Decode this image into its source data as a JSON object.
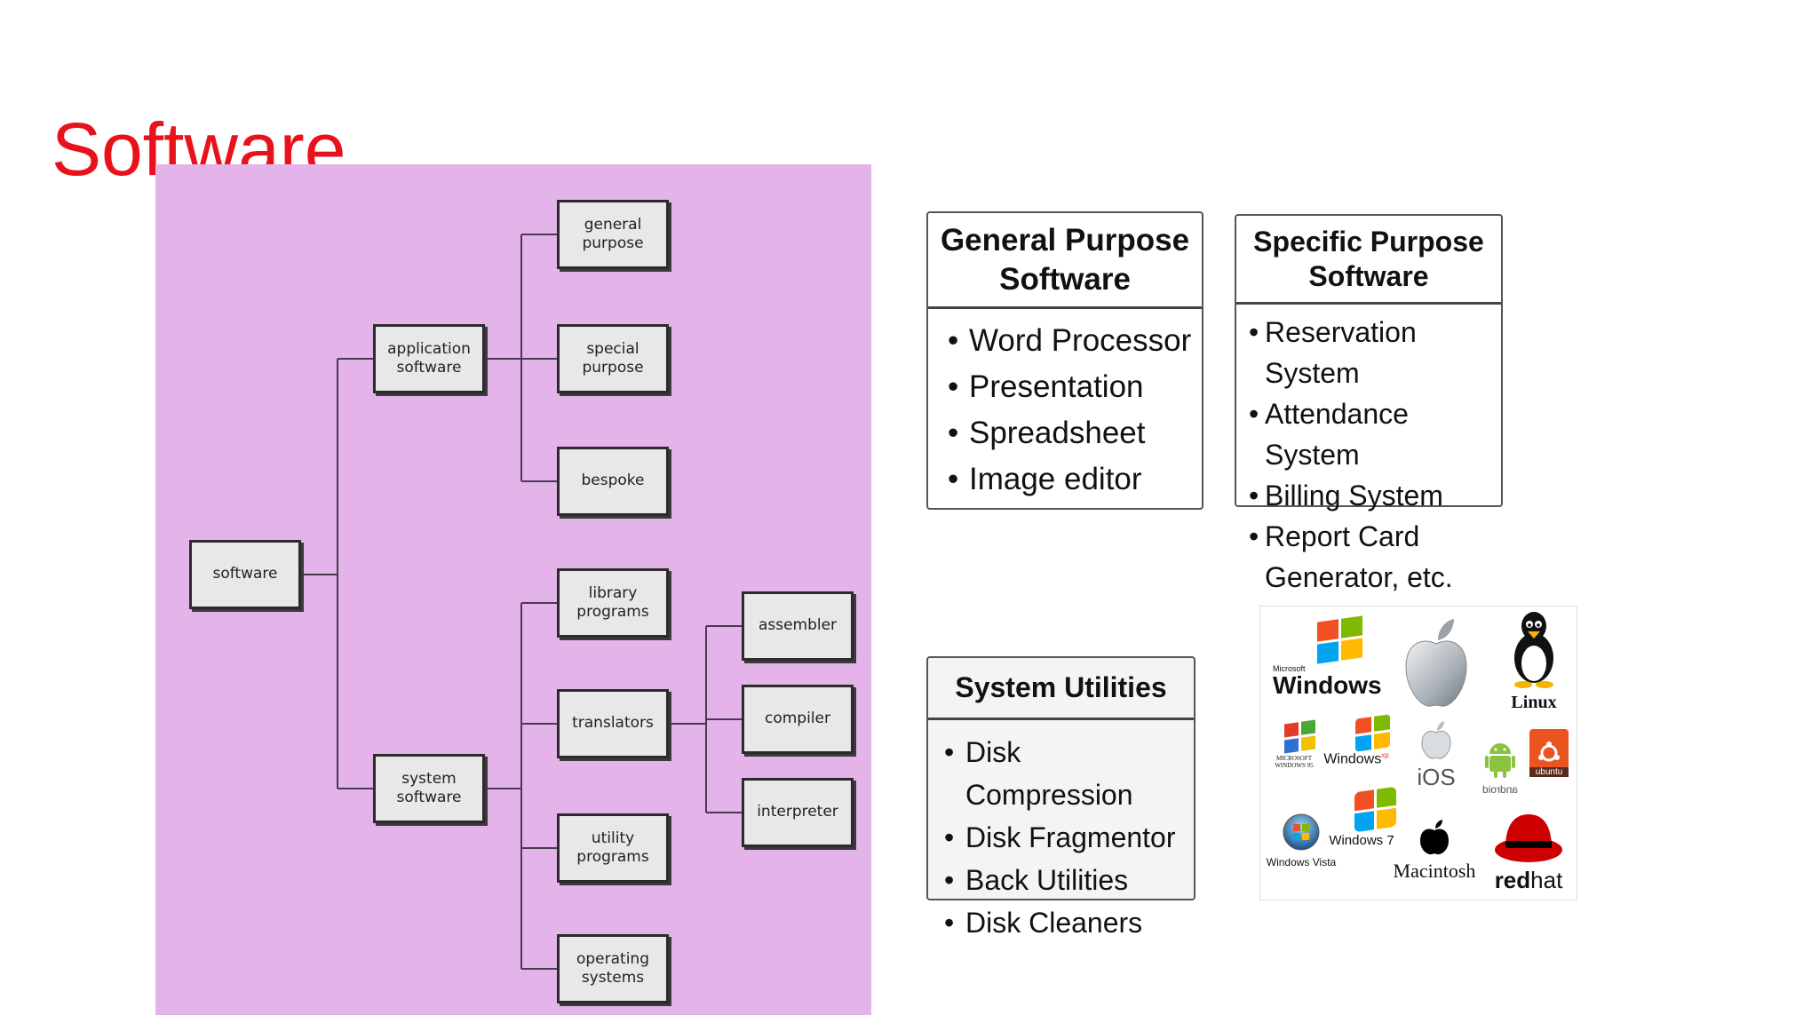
{
  "slide": {
    "title": "Software"
  },
  "tree": {
    "root": "software",
    "application": "application\nsoftware",
    "system": "system\nsoftware",
    "app_children": [
      "general\npurpose",
      "special\npurpose",
      "bespoke"
    ],
    "sys_children": [
      "library\nprograms",
      "translators",
      "utility\nprograms",
      "operating\nsystems"
    ],
    "translator_children": [
      "assembler",
      "compiler",
      "interpreter"
    ]
  },
  "general_purpose": {
    "title": "General Purpose Software",
    "items": [
      "Word Processor",
      "Presentation",
      "Spreadsheet",
      "Image editor"
    ]
  },
  "specific_purpose": {
    "title": "Specific Purpose Software",
    "items": [
      "Reservation System",
      "Attendance System",
      "Billing System",
      "Report Card Generator, etc."
    ]
  },
  "system_utilities": {
    "title": "System Utilities",
    "items": [
      "Disk Compression",
      "Disk Fragmentor",
      "Back Utilities",
      "Disk Cleaners"
    ]
  },
  "os_logos": {
    "windows": "Windows",
    "microsoft": "Microsoft",
    "linux": "Linux",
    "windows95": "MICROSOFT WINDOWS 95",
    "windowsxp": "Windows",
    "xp": "xp",
    "ios": "iOS",
    "android": "android",
    "ubuntu": "ubuntu",
    "windows_vista": "Windows Vista",
    "windows7": "Windows 7",
    "macintosh": "Macintosh",
    "redhat_red": "red",
    "redhat_hat": "hat"
  },
  "colors": {
    "title": "#e8121b",
    "tree_background": "#e3b3ea",
    "node_fill": "#e8e8e8"
  }
}
